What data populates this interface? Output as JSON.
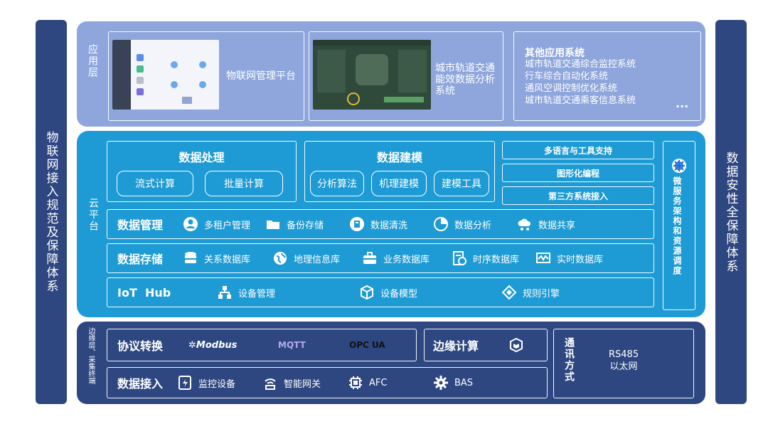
{
  "left_side": {
    "text": "物联网接入规范及保障体系"
  },
  "right_side": {
    "text": "数据安性全保障体系"
  },
  "app_layer": {
    "label": "应用层",
    "iot_platform": "物联网管理平台",
    "metro_energy": "城市轨道交通能效数据分析系统",
    "other": {
      "title": "其他应用系统",
      "items": [
        "城市轨道交通综合监控系统",
        "行车综合自动化系统",
        "通风空调控制优化系统",
        "城市轨道交通乘客信息系统"
      ],
      "more": "..."
    }
  },
  "cloud_layer": {
    "label": "云平台",
    "data_processing": {
      "title": "数据处理",
      "buttons": [
        "流式计算",
        "批量计算"
      ]
    },
    "data_modeling": {
      "title": "数据建模",
      "buttons": [
        "分析算法",
        "机理建模",
        "建模工具"
      ]
    },
    "right_stack": [
      "多语言与工具支持",
      "图形化编程",
      "第三方系统接入"
    ],
    "micro": "微服务架构和资源调度",
    "data_management": {
      "title": "数据管理",
      "items": [
        "多租户管理",
        "备份存储",
        "数据清洗",
        "数据分析",
        "数据共享"
      ]
    },
    "data_storage": {
      "title": "数据存储",
      "items": [
        "关系数据库",
        "地理信息库",
        "业务数据库",
        "时序数据库",
        "实时数据库"
      ]
    },
    "iot_hub": {
      "title": "IoT  Hub",
      "items": [
        "设备管理",
        "设备模型",
        "规则引擎"
      ]
    }
  },
  "edge_layer": {
    "label": "边缘层、采集终端",
    "protocol": {
      "title": "协议转换",
      "logos": [
        "Modbus",
        "MQTT",
        "OPC UA"
      ]
    },
    "edge_compute": {
      "title": "边缘计算"
    },
    "comm": {
      "title": "通讯方式",
      "items": [
        "RS485",
        "以太网"
      ]
    },
    "access": {
      "title": "数据接入",
      "items": [
        "监控设备",
        "智能网关",
        "AFC",
        "BAS"
      ]
    }
  }
}
